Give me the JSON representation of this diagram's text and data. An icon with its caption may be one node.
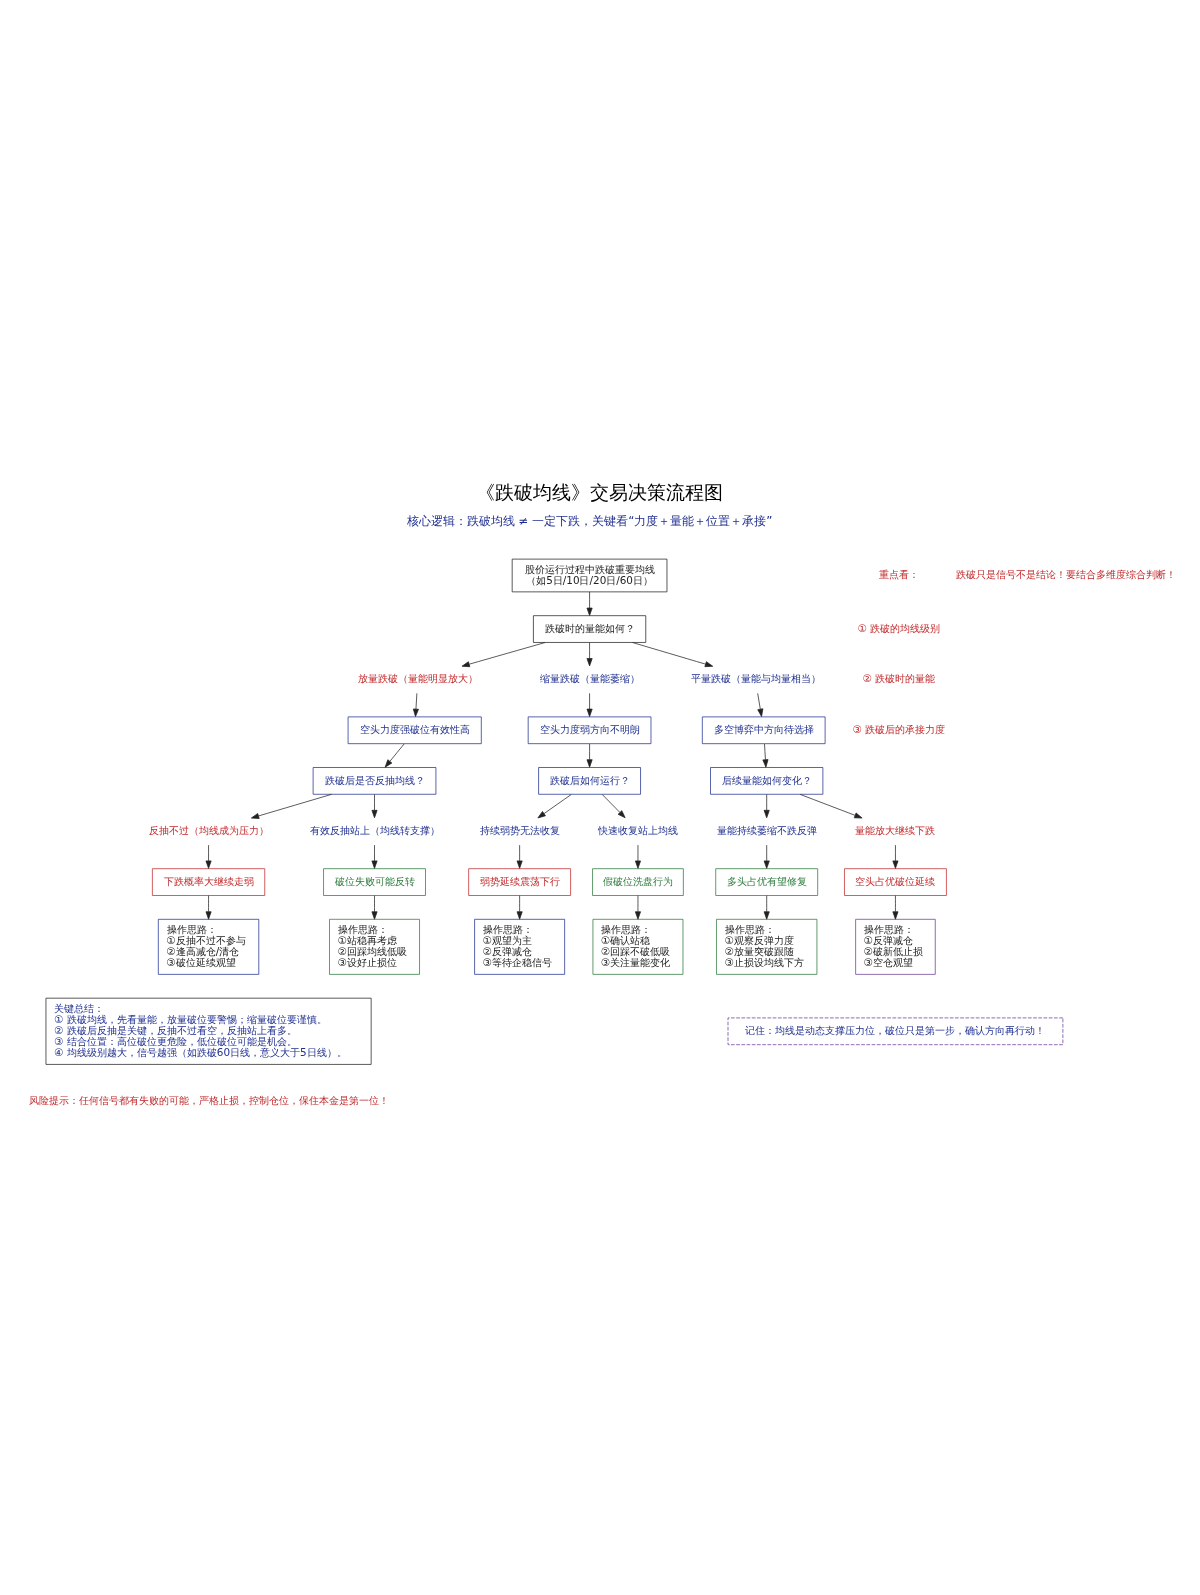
{
  "diagram": {
    "title": "《跌破均线》交易决策流程图",
    "nodes": [
      {
        "text": [
          "股价运行过程中跌破重要均线",
          "（如5日/10日/20日/60日）"
        ]
      },
      {
        "text": [
          "跌破时的量能如何？"
        ]
      },
      {
        "text": [
          "放量跌破（量能明显放大）"
        ]
      },
      {
        "text": [
          "缩量跌破（量能萎缩）"
        ]
      },
      {
        "text": [
          "平量跌破（量能与均量相当）"
        ]
      },
      {
        "text": [
          "空头力度强破位有效性高"
        ]
      },
      {
        "text": [
          "空头力度弱方向不明朗"
        ]
      },
      {
        "text": [
          "多空博弈中方向待选择"
        ]
      },
      {
        "text": [
          "跌破后是否反抽均线？"
        ]
      },
      {
        "text": [
          "跌破后如何运行？"
        ]
      },
      {
        "text": [
          "后续量能如何变化？"
        ]
      },
      {
        "text": [
          "反抽不过（均线成为压力）"
        ]
      },
      {
        "text": [
          "有效反抽站上（均线转支撑）"
        ]
      },
      {
        "text": [
          "持续弱势无法收复"
        ]
      },
      {
        "text": [
          "快速收复站上均线"
        ]
      },
      {
        "text": [
          "量能持续萎缩不跌反弹"
        ]
      },
      {
        "text": [
          "量能放大继续下跌"
        ]
      },
      {
        "text": [
          "下跌概率大继续走弱"
        ]
      },
      {
        "text": [
          "破位失败可能反转"
        ]
      },
      {
        "text": [
          "弱势延续震荡下行"
        ]
      },
      {
        "text": [
          "假破位洗盘行为"
        ]
      },
      {
        "text": [
          "多头占优有望修复"
        ]
      },
      {
        "text": [
          "空头占优破位延续"
        ]
      },
      {
        "text": [
          "操作思路：",
          "①反抽不过不参与",
          "②逢高减仓/清仓",
          "③破位延续观望"
        ]
      },
      {
        "text": [
          "操作思路：",
          "①站稳再考虑",
          "②回踩均线低吸",
          "③设好止损位"
        ]
      },
      {
        "text": [
          "操作思路：",
          "①观望为主",
          "②反弹减仓",
          "③等待企稳信号"
        ]
      },
      {
        "text": [
          "操作思路：",
          "①确认站稳",
          "②回踩不破低吸",
          "③关注量能变化"
        ]
      },
      {
        "text": [
          "操作思路：",
          "①观察反弹力度",
          "②放量突破跟随",
          "③止损设均线下方"
        ]
      },
      {
        "text": [
          "操作思路：",
          "①反弹减仓",
          "②破新低止损",
          "③空仓观望"
        ]
      },
      {
        "text": [
          "关键总结：",
          "① 跌破均线，先看量能，放量破位要警惕；缩量破位要谨慎。",
          "② 跌破后反抽是关键，反抽不过看空，反抽站上看多。",
          "③ 结合位置：高位破位更危险，低位破位可能是机会。",
          "④ 均线级别越大，信号越强（如跌破60日线，意义大于5日线）。"
        ]
      },
      {
        "text": [
          "记住：均线是动态支撑压力位，破位只是第一步，确认方向再行动！"
        ]
      }
    ],
    "edges": [
      {
        "from": 0,
        "to": 1,
        "arrow": "to"
      },
      {
        "from": 1,
        "to": 2,
        "arrow": "to"
      },
      {
        "from": 1,
        "to": 3,
        "arrow": "to"
      },
      {
        "from": 1,
        "to": 4,
        "arrow": "to"
      },
      {
        "from": 2,
        "to": 5,
        "arrow": "to"
      },
      {
        "from": 3,
        "to": 6,
        "arrow": "to"
      },
      {
        "from": 4,
        "to": 7,
        "arrow": "to"
      },
      {
        "from": 5,
        "to": 8,
        "arrow": "to"
      },
      {
        "from": 6,
        "to": 9,
        "arrow": "to"
      },
      {
        "from": 7,
        "to": 10,
        "arrow": "to"
      },
      {
        "from": 8,
        "to": 11,
        "arrow": "to"
      },
      {
        "from": 8,
        "to": 12,
        "arrow": "to"
      },
      {
        "from": 9,
        "to": 13,
        "arrow": "to"
      },
      {
        "from": 9,
        "to": 14,
        "arrow": "to"
      },
      {
        "from": 10,
        "to": 15,
        "arrow": "to"
      },
      {
        "from": 10,
        "to": 16,
        "arrow": "to"
      },
      {
        "from": 11,
        "to": 17,
        "arrow": "to"
      },
      {
        "from": 12,
        "to": 18,
        "arrow": "to"
      },
      {
        "from": 13,
        "to": 19,
        "arrow": "to"
      },
      {
        "from": 14,
        "to": 20,
        "arrow": "to"
      },
      {
        "from": 15,
        "to": 21,
        "arrow": "to"
      },
      {
        "from": 16,
        "to": 22,
        "arrow": "to"
      },
      {
        "from": 17,
        "to": 23,
        "arrow": "to"
      },
      {
        "from": 18,
        "to": 24,
        "arrow": "to"
      },
      {
        "from": 19,
        "to": 25,
        "arrow": "to"
      },
      {
        "from": 20,
        "to": 26,
        "arrow": "to"
      },
      {
        "from": 21,
        "to": 27,
        "arrow": "to"
      },
      {
        "from": 22,
        "to": 28,
        "arrow": "to"
      }
    ],
    "labels": [
      "核心逻辑：跌破均线 ≠ 一定下跌，关键看“力度＋量能＋位置＋承接”",
      "重点看：",
      "① 跌破的均线级别",
      "② 跌破时的量能",
      "③ 跌破后的承接力度",
      "跌破只是信号不是结论！要结合多维度综合判断！",
      "风险提示：任何信号都有失败的可能，严格止损，控制仓位，保住本金是第一位！"
    ]
  }
}
